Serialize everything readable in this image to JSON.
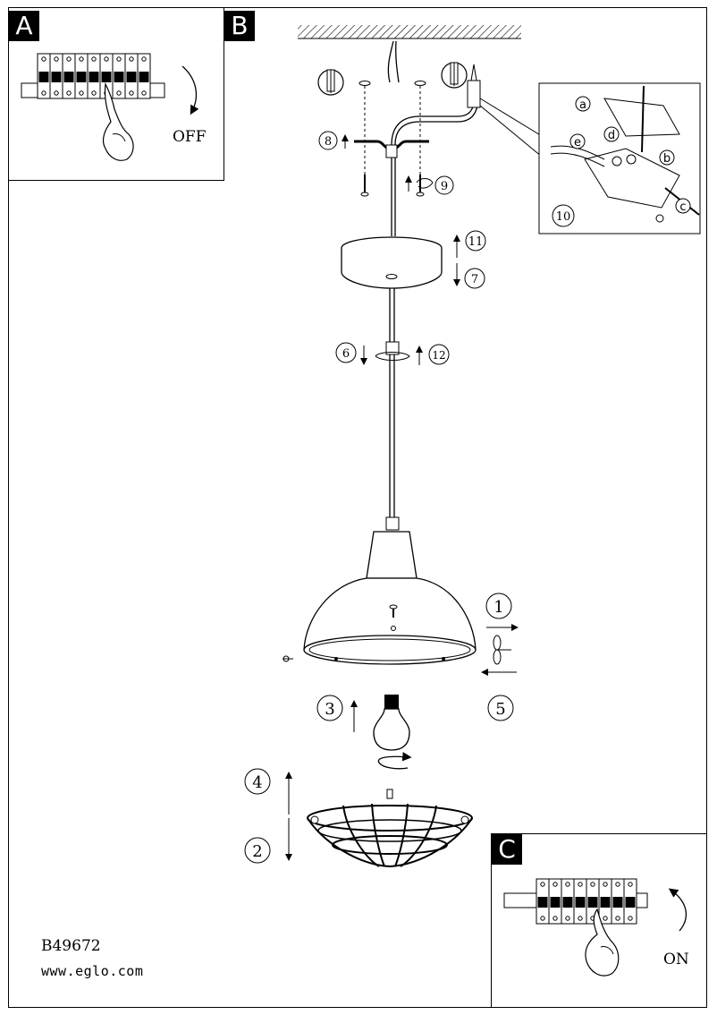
{
  "panels": {
    "a": {
      "tag": "A",
      "state": "OFF"
    },
    "b": {
      "tag": "B"
    },
    "c": {
      "tag": "C",
      "state": "ON"
    }
  },
  "steps": {
    "s1": "1",
    "s2": "2",
    "s3": "3",
    "s4": "4",
    "s5": "5",
    "s6": "6",
    "s7": "7",
    "s8": "8",
    "s9": "9",
    "s10": "10",
    "s11": "11",
    "s12": "12"
  },
  "detail_letters": {
    "a": "a",
    "b": "b",
    "c": "c",
    "d": "d",
    "e": "e"
  },
  "footer": {
    "model": "B49672",
    "website": "www.eglo.com"
  }
}
